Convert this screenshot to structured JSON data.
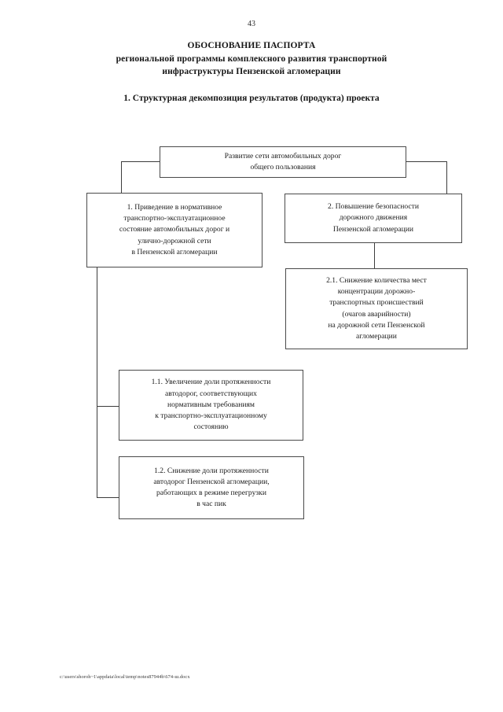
{
  "document": {
    "page_number": "43",
    "title_lines": [
      "ОБОСНОВАНИЕ ПАСПОРТА",
      "региональной программы комплексного развития транспортной",
      "инфраструктуры Пензенской агломерации"
    ],
    "section_heading": "1. Структурная декомпозиция результатов (продукта) проекта",
    "footer_path": "c:\\users\\shoroh~1\\appdata\\local\\temp\\notes87944b\\674-ш.docx"
  },
  "diagram": {
    "type": "tree",
    "nodes": {
      "root": "Развитие сети автомобильных дорог\nобщего пользования",
      "branch_1": "1. Приведение в нормативное\nтранспортно-эксплуатационное\nсостояние автомобильных дорог и\nулично-дорожной сети\nв Пензенской агломерации",
      "branch_2": "2. Повышение безопасности\nдорожного движения\nПензенской агломерации",
      "branch_2_1": "2.1. Снижение количества мест\nконцентрации дорожно-\nтранспортных происшествий\n(очагов аварийности)\nна дорожной сети Пензенской\nагломерации",
      "branch_1_1": "1.1. Увеличение доли протяженности\nавтодорог, соответствующих\nнормативным требованиям\nк транспортно-эксплуатационному\nсостоянию",
      "branch_1_2": "1.2. Снижение доли протяженности\nавтодорог Пензенской агломерации,\nработающих в режиме перегрузки\nв час пик"
    }
  }
}
